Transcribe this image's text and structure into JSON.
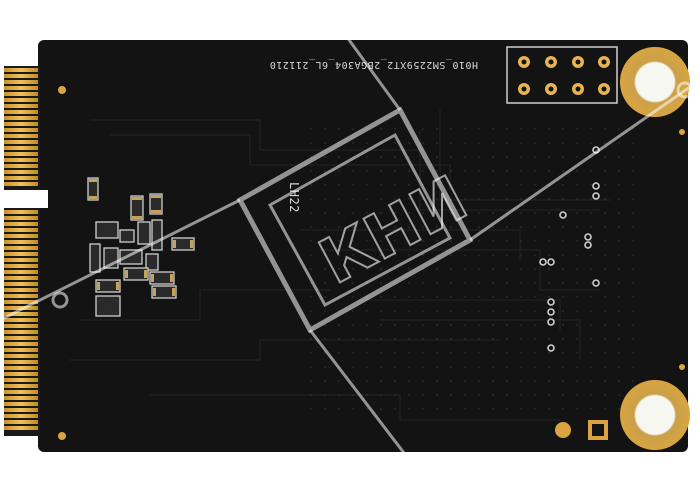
{
  "board": {
    "silkscreen_part": "H010_SM2259XT2_2BGA304_6L_211210",
    "silkscreen_code": "LH22"
  },
  "watermark": {
    "logo_text": "КНИ"
  },
  "colors": {
    "pcb": "#131313",
    "trace": "#1f1f1f",
    "gold": "#d9a441",
    "silkscreen": "#d8d8d8"
  }
}
